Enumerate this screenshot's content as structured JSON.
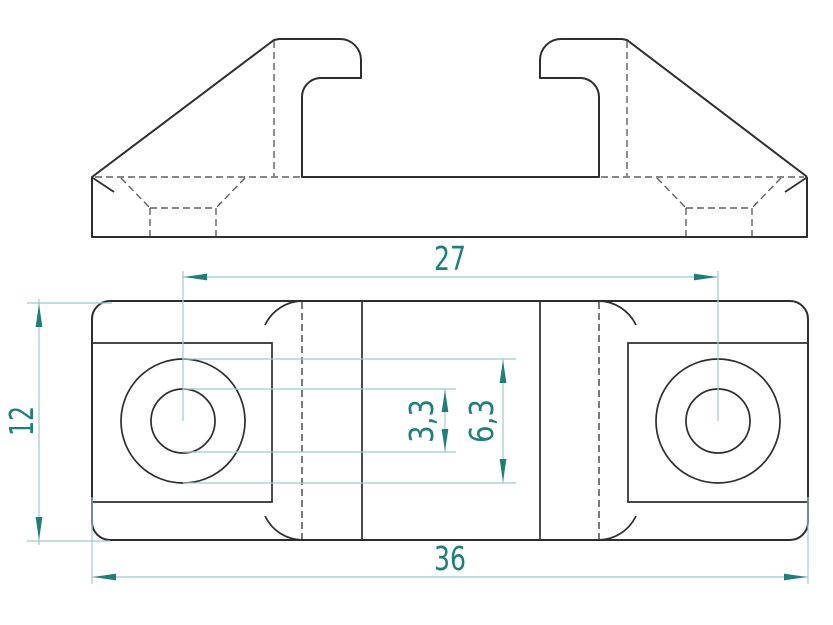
{
  "drawing": {
    "dimensions": {
      "hole_spacing": "27",
      "overall_width": "36",
      "overall_depth": "12",
      "hole_diameter": "3,3",
      "counterbore_diameter": "6,3"
    },
    "colors": {
      "background": "#ffffff",
      "outline": "#2e2e2e",
      "hidden_line": "#606060",
      "dimension_line": "#9fcac9",
      "dimension_accent": "#1f7e7c"
    }
  }
}
